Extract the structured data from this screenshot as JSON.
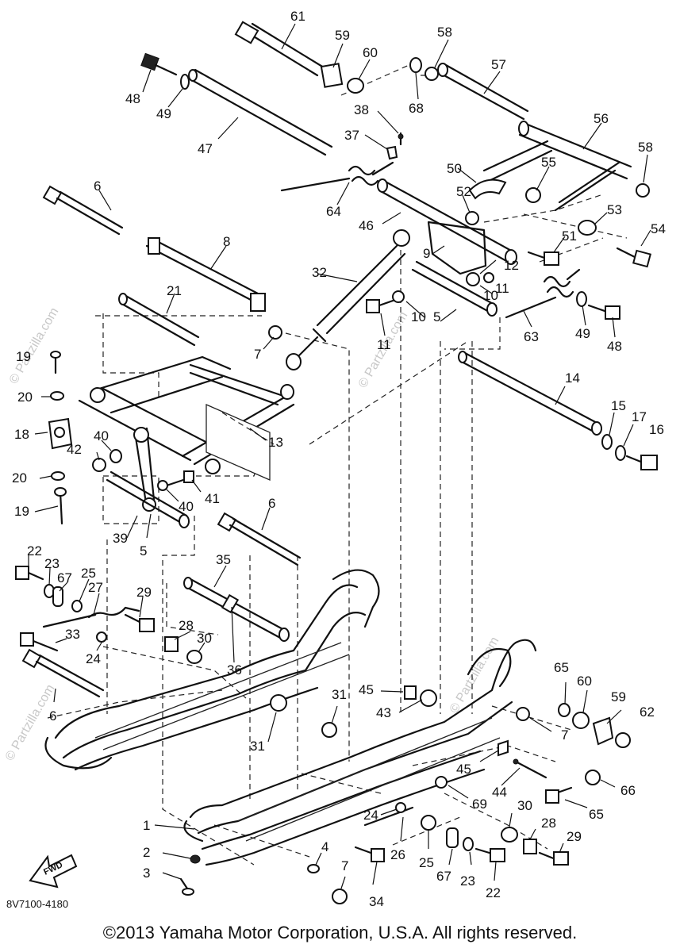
{
  "copyright": "©2013 Yamaha Motor Corporation, U.S.A. All rights reserved.",
  "drawing_code": "8V7100-4180",
  "fwd_label": "FWD",
  "watermark": "© Partzilla.com",
  "callouts": [
    {
      "id": "c61",
      "label": "61"
    },
    {
      "id": "c59a",
      "label": "59"
    },
    {
      "id": "c60a",
      "label": "60"
    },
    {
      "id": "c58a",
      "label": "58"
    },
    {
      "id": "c57",
      "label": "57"
    },
    {
      "id": "c48a",
      "label": "48"
    },
    {
      "id": "c49a",
      "label": "49"
    },
    {
      "id": "c68",
      "label": "68"
    },
    {
      "id": "c38",
      "label": "38"
    },
    {
      "id": "c47",
      "label": "47"
    },
    {
      "id": "c37",
      "label": "37"
    },
    {
      "id": "c56",
      "label": "56"
    },
    {
      "id": "c58b",
      "label": "58"
    },
    {
      "id": "c6a",
      "label": "6"
    },
    {
      "id": "c50",
      "label": "50"
    },
    {
      "id": "c55",
      "label": "55"
    },
    {
      "id": "c52",
      "label": "52"
    },
    {
      "id": "c64",
      "label": "64"
    },
    {
      "id": "c53",
      "label": "53"
    },
    {
      "id": "c46",
      "label": "46"
    },
    {
      "id": "c54",
      "label": "54"
    },
    {
      "id": "c8",
      "label": "8"
    },
    {
      "id": "c51",
      "label": "51"
    },
    {
      "id": "c9",
      "label": "9"
    },
    {
      "id": "c11a",
      "label": "11"
    },
    {
      "id": "c12",
      "label": "12"
    },
    {
      "id": "c32",
      "label": "32"
    },
    {
      "id": "c10a",
      "label": "10"
    },
    {
      "id": "c21",
      "label": "21"
    },
    {
      "id": "c10b",
      "label": "10"
    },
    {
      "id": "c5a",
      "label": "5"
    },
    {
      "id": "c49b",
      "label": "49"
    },
    {
      "id": "c63",
      "label": "63"
    },
    {
      "id": "c48b",
      "label": "48"
    },
    {
      "id": "c11b",
      "label": "11"
    },
    {
      "id": "c7a",
      "label": "7"
    },
    {
      "id": "c19a",
      "label": "19"
    },
    {
      "id": "c20a",
      "label": "20"
    },
    {
      "id": "c14",
      "label": "14"
    },
    {
      "id": "c18",
      "label": "18"
    },
    {
      "id": "c13",
      "label": "13"
    },
    {
      "id": "c15",
      "label": "15"
    },
    {
      "id": "c17",
      "label": "17"
    },
    {
      "id": "c16",
      "label": "16"
    },
    {
      "id": "c40a",
      "label": "40"
    },
    {
      "id": "c42",
      "label": "42"
    },
    {
      "id": "c20b",
      "label": "20"
    },
    {
      "id": "c40b",
      "label": "40"
    },
    {
      "id": "c41",
      "label": "41"
    },
    {
      "id": "c19b",
      "label": "19"
    },
    {
      "id": "c6b",
      "label": "6"
    },
    {
      "id": "c39",
      "label": "39"
    },
    {
      "id": "c5b",
      "label": "5"
    },
    {
      "id": "c22a",
      "label": "22"
    },
    {
      "id": "c23a",
      "label": "23"
    },
    {
      "id": "c67a",
      "label": "67"
    },
    {
      "id": "c25a",
      "label": "25"
    },
    {
      "id": "c35",
      "label": "35"
    },
    {
      "id": "c27",
      "label": "27"
    },
    {
      "id": "c29a",
      "label": "29"
    },
    {
      "id": "c33",
      "label": "33"
    },
    {
      "id": "c28a",
      "label": "28"
    },
    {
      "id": "c24a",
      "label": "24"
    },
    {
      "id": "c30a",
      "label": "30"
    },
    {
      "id": "c36",
      "label": "36"
    },
    {
      "id": "c6c",
      "label": "6"
    },
    {
      "id": "c65a",
      "label": "65"
    },
    {
      "id": "c60b",
      "label": "60"
    },
    {
      "id": "c45a",
      "label": "45"
    },
    {
      "id": "c31a",
      "label": "31"
    },
    {
      "id": "c59b",
      "label": "59"
    },
    {
      "id": "c43",
      "label": "43"
    },
    {
      "id": "c62",
      "label": "62"
    },
    {
      "id": "c7b",
      "label": "7"
    },
    {
      "id": "c31b",
      "label": "31"
    },
    {
      "id": "c45b",
      "label": "45"
    },
    {
      "id": "c44",
      "label": "44"
    },
    {
      "id": "c66",
      "label": "66"
    },
    {
      "id": "c69",
      "label": "69"
    },
    {
      "id": "c65b",
      "label": "65"
    },
    {
      "id": "c30b",
      "label": "30"
    },
    {
      "id": "c1",
      "label": "1"
    },
    {
      "id": "c24b",
      "label": "24"
    },
    {
      "id": "c28b",
      "label": "28"
    },
    {
      "id": "c29b",
      "label": "29"
    },
    {
      "id": "c2",
      "label": "2"
    },
    {
      "id": "c26",
      "label": "26"
    },
    {
      "id": "c25b",
      "label": "25"
    },
    {
      "id": "c4",
      "label": "4"
    },
    {
      "id": "c67b",
      "label": "67"
    },
    {
      "id": "c23b",
      "label": "23"
    },
    {
      "id": "c3",
      "label": "3"
    },
    {
      "id": "c34",
      "label": "34"
    },
    {
      "id": "c7c",
      "label": "7"
    },
    {
      "id": "c22b",
      "label": "22"
    }
  ]
}
